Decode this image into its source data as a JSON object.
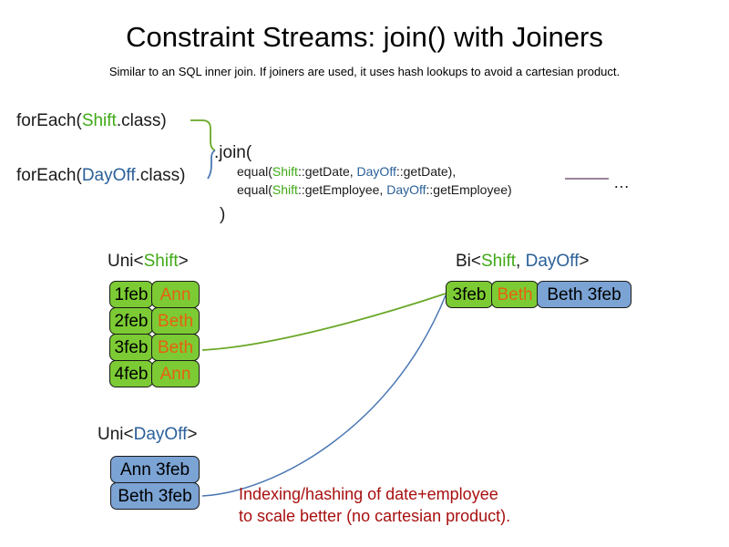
{
  "slide": {
    "title": "Constraint Streams: join() with Joiners",
    "subtitle": "Similar to an SQL inner join. If joiners are used, it uses hash lookups to avoid a cartesian product."
  },
  "colors": {
    "shift_green": "#3faa16",
    "dayoff_blue": "#2a6099",
    "cell_green": "#7ccb34",
    "cell_blue": "#7ba3d4",
    "name_orange": "#e8600f",
    "note_red": "#a81010",
    "connector_green": "#6aa828",
    "connector_blue": "#4a77b4",
    "connector_purple": "#7a5a78"
  },
  "code": {
    "foreach_shift": {
      "prefix": "forEach(",
      "type": "Shift",
      "suffix": ".class)"
    },
    "foreach_dayoff": {
      "prefix": "forEach(",
      "type": "DayOff",
      "suffix": ".class)"
    },
    "join_open": ".join(",
    "join_close": ")",
    "joiners": [
      {
        "fn_open": "equal(",
        "left_type": "Shift",
        "left_method": "::getDate, ",
        "right_type": "DayOff",
        "right_method": "::getDate),",
        "text": "equal(Shift::getDate, DayOff::getDate),"
      },
      {
        "fn_open": "equal(",
        "left_type": "Shift",
        "left_method": "::getEmployee, ",
        "right_type": "DayOff",
        "right_method": "::getEmployee)",
        "text": "equal(Shift::getEmployee, DayOff::getEmployee)"
      }
    ],
    "ellipsis": "…"
  },
  "streams": {
    "uni_shift": {
      "label_prefix": "Uni<",
      "label_type": "Shift",
      "label_suffix": ">",
      "rows": [
        {
          "date": "1feb",
          "employee": "Ann"
        },
        {
          "date": "2feb",
          "employee": "Beth"
        },
        {
          "date": "3feb",
          "employee": "Beth"
        },
        {
          "date": "4feb",
          "employee": "Ann"
        }
      ]
    },
    "uni_dayoff": {
      "label_prefix": "Uni<",
      "label_type": "DayOff",
      "label_suffix": ">",
      "rows": [
        {
          "pair": "Ann 3feb"
        },
        {
          "pair": "Beth 3feb"
        }
      ]
    },
    "bi": {
      "label_prefix": "Bi<",
      "label_type_a": "Shift",
      "label_separator": ", ",
      "label_type_b": "DayOff",
      "label_suffix": ">",
      "row": {
        "date": "3feb",
        "employee": "Beth",
        "pair": "Beth 3feb"
      }
    }
  },
  "note": {
    "line1": "Indexing/hashing of date+employee",
    "line2": "to scale better (no cartesian product)."
  }
}
